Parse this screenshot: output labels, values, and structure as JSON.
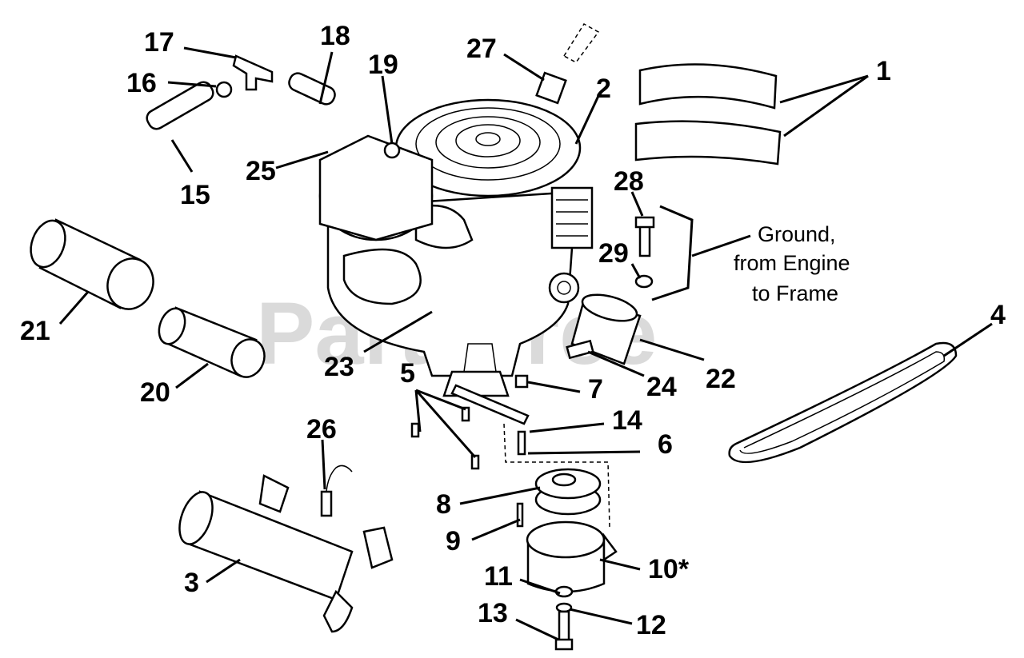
{
  "watermark": "PartsTree",
  "note": {
    "line1": "Ground,",
    "line2": "from Engine",
    "line3": "to Frame"
  },
  "callouts": {
    "c1": "1",
    "c2": "2",
    "c3": "3",
    "c4": "4",
    "c5": "5",
    "c6": "6",
    "c7": "7",
    "c8": "8",
    "c9": "9",
    "c10": "10*",
    "c11": "11",
    "c12": "12",
    "c13": "13",
    "c14": "14",
    "c15": "15",
    "c16": "16",
    "c17": "17",
    "c18": "18",
    "c19": "19",
    "c20": "20",
    "c21": "21",
    "c22": "22",
    "c23": "23",
    "c24": "24",
    "c25": "25",
    "c26": "26",
    "c27": "27",
    "c28": "28",
    "c29": "29"
  }
}
